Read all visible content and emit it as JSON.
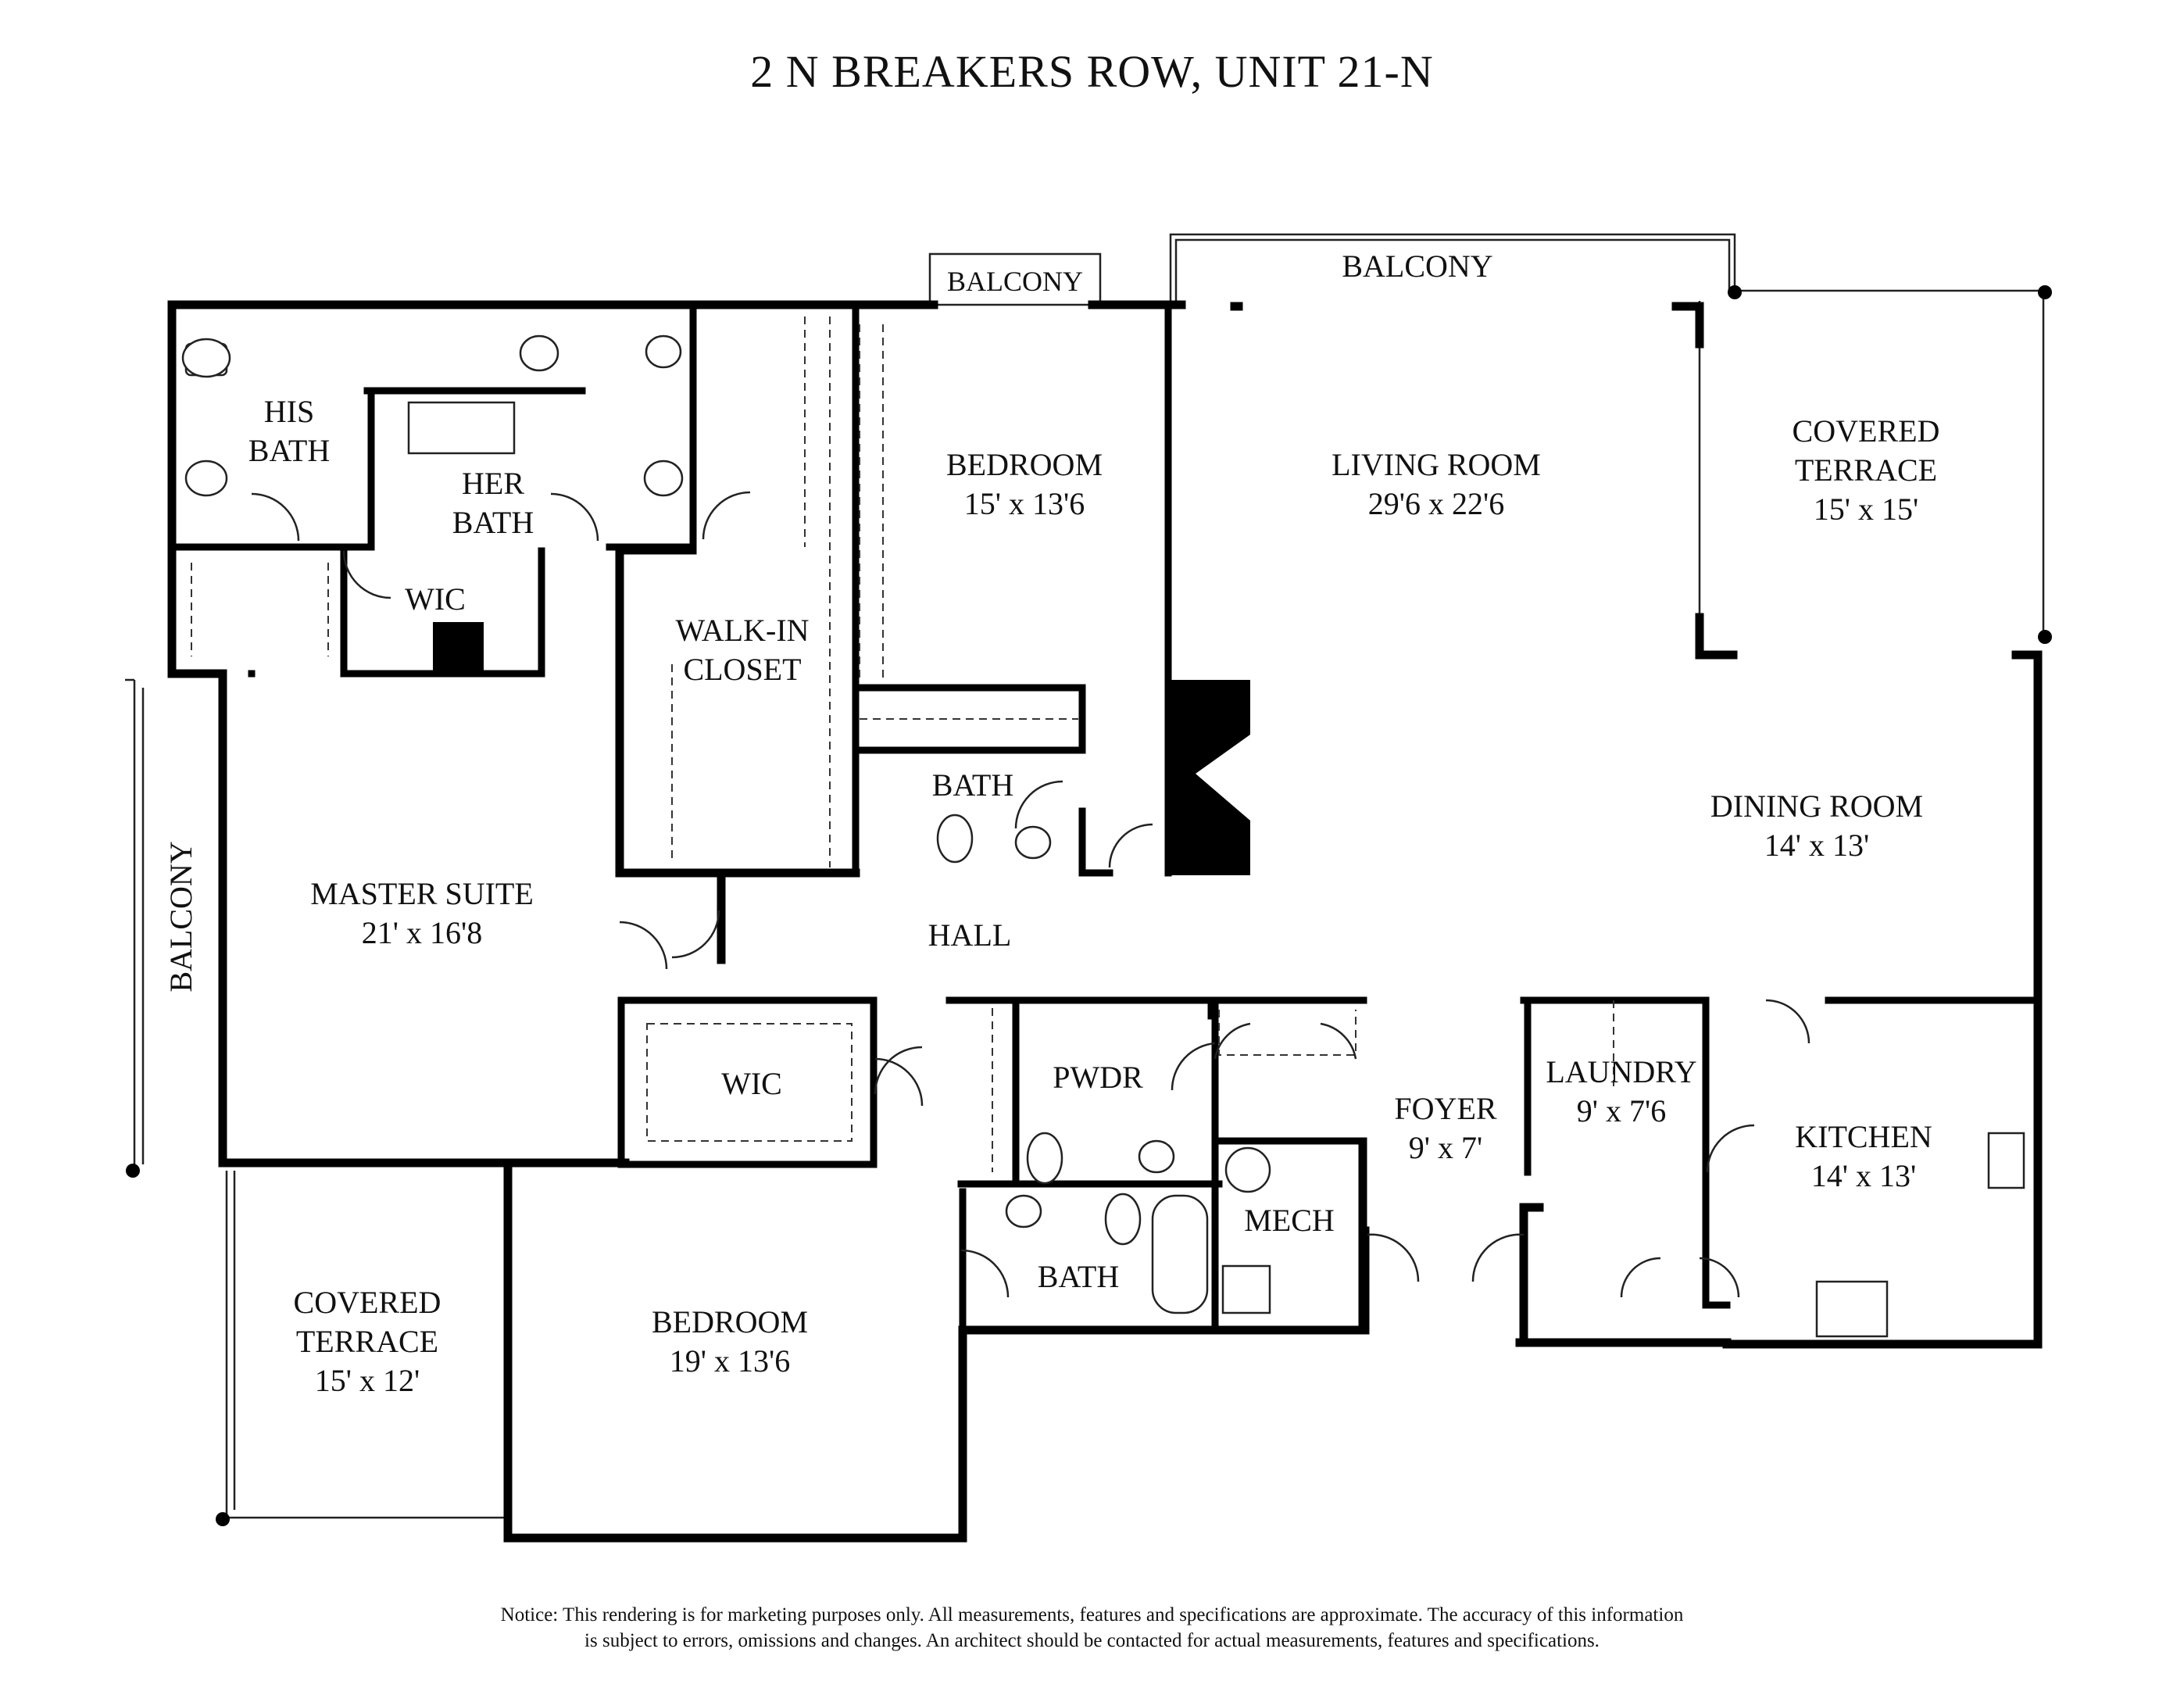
{
  "title": "2 N BREAKERS ROW, UNIT 21-N",
  "rooms": {
    "his_bath": [
      "HIS",
      "BATH"
    ],
    "her_bath": [
      "HER",
      "BATH"
    ],
    "wic_top": "WIC",
    "walkin_closet": [
      "WALK-IN",
      "CLOSET"
    ],
    "bedroom_1": {
      "name": "BEDROOM",
      "size": "15' x 13'6"
    },
    "bath_1": "BATH",
    "living_room": {
      "name": "LIVING ROOM",
      "size": "29'6 x 22'6"
    },
    "covered_terrace_1": {
      "name": [
        "COVERED",
        "TERRACE"
      ],
      "size": "15' x 15'"
    },
    "dining_room": {
      "name": "DINING ROOM",
      "size": "14' x 13'"
    },
    "master_suite": {
      "name": "MASTER SUITE",
      "size": "21' x 16'8"
    },
    "hall": "HALL",
    "wic_lower": "WIC",
    "pwdr": "PWDR",
    "foyer": {
      "name": "FOYER",
      "size": "9' x 7'"
    },
    "laundry": {
      "name": "LAUNDRY",
      "size": "9' x 7'6"
    },
    "kitchen": {
      "name": "KITCHEN",
      "size": "14' x 13'"
    },
    "mech": "MECH",
    "bath_2": "BATH",
    "bedroom_2": {
      "name": "BEDROOM",
      "size": "19' x 13'6"
    },
    "covered_terrace_2": {
      "name": [
        "COVERED",
        "TERRACE"
      ],
      "size": "15' x 12'"
    },
    "balcony_small": "BALCONY",
    "balcony_living": "BALCONY",
    "balcony_left": "BALCONY"
  },
  "notice": [
    "Notice: This rendering is for marketing purposes only. All measurements, features and specifications are approximate. The accuracy of this information",
    "is subject to errors, omissions and changes. An architect should be contacted for actual measurements, features and specifications."
  ]
}
